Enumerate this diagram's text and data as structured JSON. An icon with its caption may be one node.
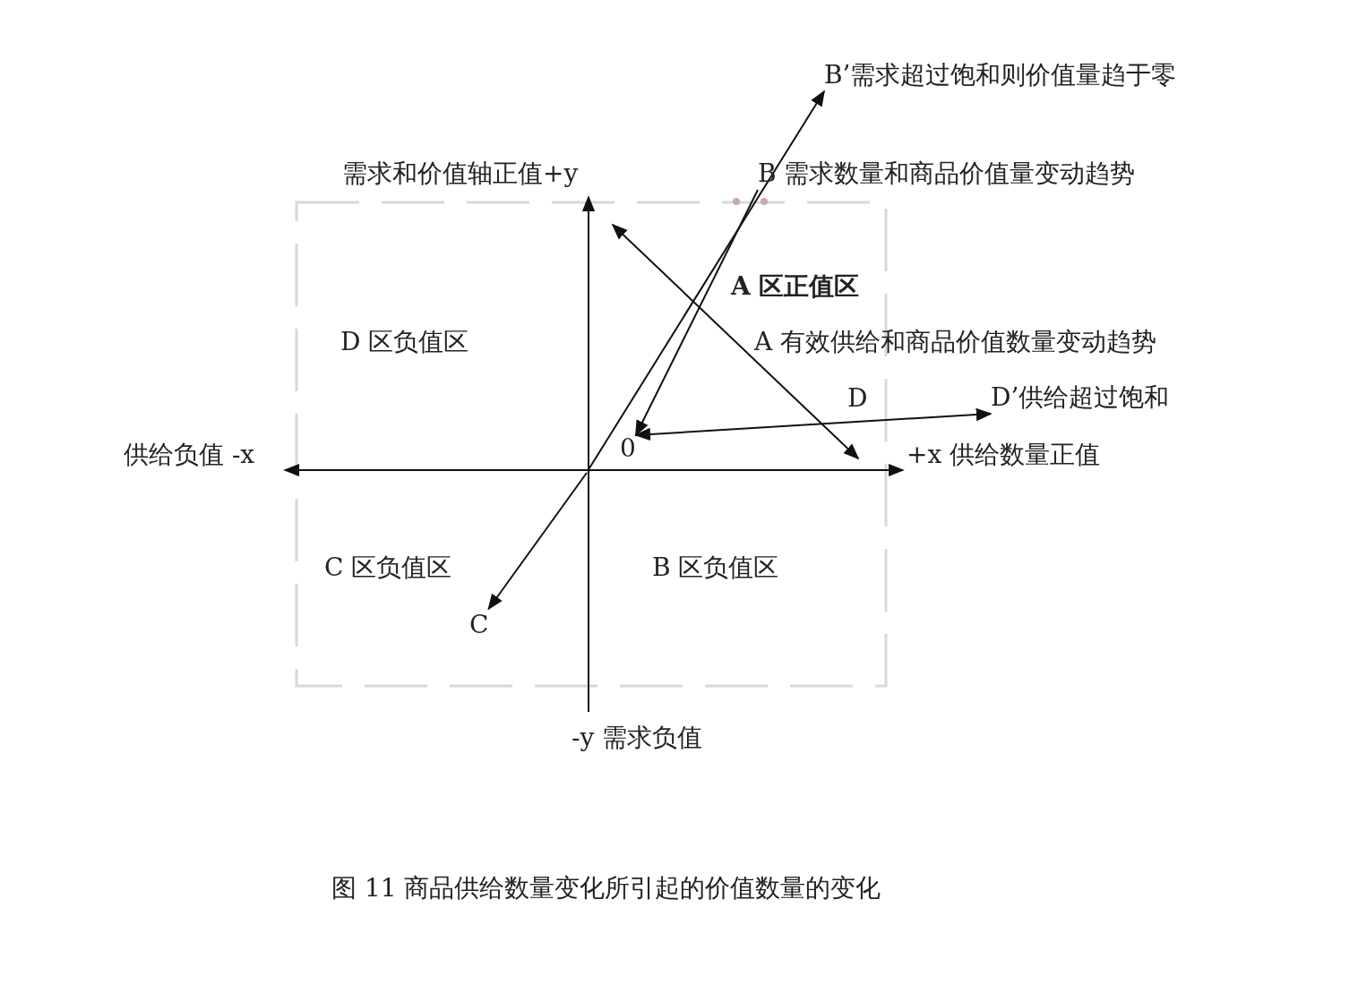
{
  "diagram": {
    "caption": "图 11 商品供给数量变化所引起的价值数量的变化",
    "nodes": [
      {
        "text": [
          "B’需求超过饱和则价值量趋于零"
        ]
      },
      {
        "text": [
          "B 需求数量和商品价值量变动趋势"
        ]
      },
      {
        "text": [
          "0"
        ]
      },
      {
        "text": [
          "D’供给超过饱和"
        ]
      },
      {
        "text": [
          "C"
        ]
      }
    ],
    "edges": [
      {
        "from": null,
        "to": 0,
        "arrow": "to"
      },
      {
        "from": 1,
        "to": 2,
        "arrow": "to"
      },
      {
        "from": 2,
        "to": 3,
        "arrow": "both",
        "label": "D"
      },
      {
        "from": null,
        "to": 4,
        "arrow": "to"
      }
    ],
    "labels": [
      "需求和价值轴正值+y",
      "A 区正值区",
      "D 区负值区",
      "A 有效供给和商品价值数量变动趋势",
      "供给负值 -x",
      "+x 供给数量正值",
      "C 区负值区",
      "B 区负值区",
      "-y 需求负值"
    ]
  }
}
